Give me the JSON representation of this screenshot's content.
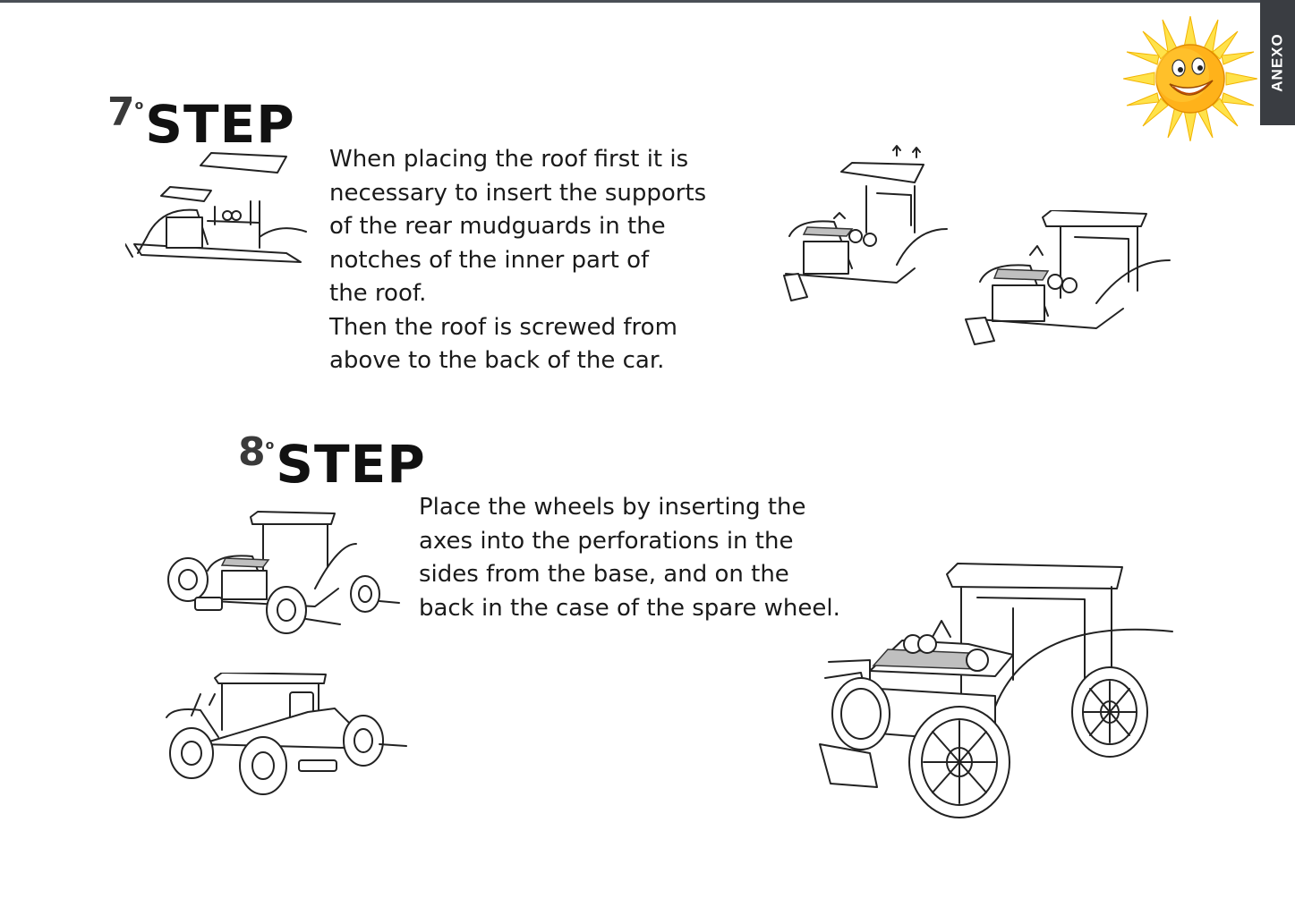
{
  "side_tab": {
    "label": "ANEXO"
  },
  "step7": {
    "number": "7",
    "degree": "o",
    "title": "STEP",
    "lines": [
      "When placing the roof first it is",
      "necessary to insert the supports",
      "of  the   rear  mudguards in the",
      "notches of the inner part of",
      "the roof.",
      "Then the roof is screwed from",
      "above to the back of the car."
    ]
  },
  "step8": {
    "number": "8",
    "degree": "o",
    "title": "STEP",
    "lines": [
      "Place the wheels by inserting the",
      "axes  into  the  perforations  in  the",
      "sides from  the  base, and on the",
      "back  in the case of the spare wheel."
    ]
  },
  "icons": [
    "sun-icon",
    "car-drawing"
  ]
}
